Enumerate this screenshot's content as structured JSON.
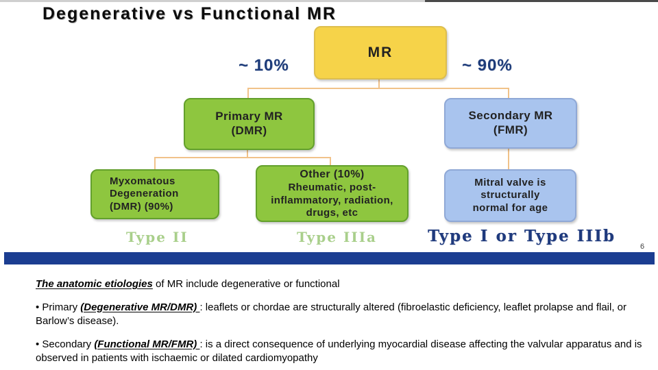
{
  "slide": {
    "title": "Degenerative vs Functional MR",
    "page_number": "6"
  },
  "flowchart": {
    "root_label": "MR",
    "left_percent": "~ 10%",
    "right_percent": "~ 90%",
    "primary_box": {
      "line1": "Primary MR",
      "line2": "(DMR)"
    },
    "secondary_box": {
      "line1": "Secondary MR",
      "line2": "(FMR)"
    },
    "myxomatous_box": {
      "line1": "Myxomatous",
      "line2": "Degeneration",
      "line3": "(DMR) (90%)"
    },
    "other_box": {
      "heading": "Other (10%)",
      "detail": "Rheumatic, post-inflammatory, radiation, drugs, etc"
    },
    "mitral_box": {
      "text": "Mitral valve is structurally normal for age"
    },
    "type_labels": {
      "left": "Type II",
      "middle": "Type IIIa",
      "right": "Type I or Type IIIb"
    }
  },
  "notes": {
    "paragraph1": {
      "emphasis": "The anatomic etiologies",
      "rest": " of MR include degenerative or functional"
    },
    "paragraph2": {
      "lead": "• Primary ",
      "emphasis": "(Degenerative MR/DMR) ",
      "rest": ": leaflets or chordae are structurally altered (fibroelastic deficiency, leaflet prolapse and flail, or Barlow’s disease)."
    },
    "paragraph3": {
      "lead": "• Secondary ",
      "emphasis": "(Functional MR/FMR) ",
      "rest": ": is a direct consequence of underlying myocardial disease affecting the valvular apparatus and is observed in patients with ischaemic or dilated cardiomyopathy"
    }
  },
  "colors": {
    "root_box": "#F6D349",
    "primary_path_box": "#8EC63F",
    "secondary_path_box": "#A9C4EE",
    "connector": "#F1C289",
    "accent_bar": "#1B3D91",
    "percent_text": "#1E3C7A",
    "type_label_green": "#A9CF8B",
    "type_label_blue": "#1F3A7D"
  }
}
